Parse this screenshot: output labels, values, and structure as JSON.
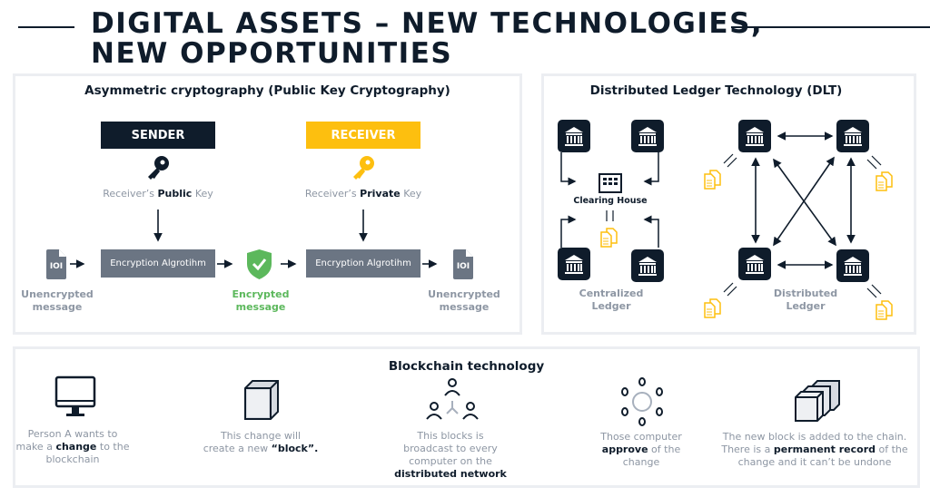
{
  "header": {
    "title_line1": "DIGITAL ASSETS – NEW TECHNOLOGIES,",
    "title_line2": "NEW OPPORTUNITIES"
  },
  "crypto": {
    "title": "Asymmetric cryptography (Public Key Cryptography)",
    "sender": "SENDER",
    "receiver": "RECEIVER",
    "sender_key": {
      "pre": "Receiver’s ",
      "bold": "Public",
      "post": " Key"
    },
    "receiver_key": {
      "pre": "Receiver’s ",
      "bold": "Private",
      "post": " Key"
    },
    "algo1": "Encryption Algrotihm",
    "algo2": "Encryption Algrotihm",
    "doc_glyph": "IOI",
    "unencrypted1": [
      "Unencrypted",
      "message"
    ],
    "encrypted": [
      "Encrypted",
      "message"
    ],
    "unencrypted2": [
      "Unencrypted",
      "message"
    ]
  },
  "dlt": {
    "title": "Distributed Ledger Technology (DLT)",
    "clearing_house": "Clearing House",
    "centralized": [
      "Centralized",
      "Ledger"
    ],
    "distributed": [
      "Distributed",
      "Ledger"
    ]
  },
  "blockchain": {
    "title": "Blockchain technology",
    "steps": [
      {
        "icon": "monitor-icon",
        "parts": [
          [
            "Person A wants to",
            ""
          ],
          [
            "make a ",
            ""
          ],
          [
            "change",
            "b"
          ],
          [
            " to the",
            ""
          ],
          [
            "blockchain",
            ""
          ]
        ]
      },
      {
        "icon": "block-icon"
      },
      {
        "icon": "network-icon"
      },
      {
        "icon": "consensus-icon"
      },
      {
        "icon": "chain-icon"
      }
    ],
    "s1": {
      "l1": "Person A wants to",
      "l2a": "make a ",
      "l2b": "change",
      "l2c": " to the",
      "l3": "blockchain"
    },
    "s2": {
      "l1": "This change will",
      "l2a": "create a new ",
      "l2b": "“block”."
    },
    "s3": {
      "l1": "This blocks is",
      "l2": "broadcast to every",
      "l3": "computer on the",
      "l4": "distributed network"
    },
    "s4": {
      "l1": "Those computer",
      "l2a": "approve",
      "l2b": " of the",
      "l3": "change"
    },
    "s5": {
      "l1": "The new block is added to the chain.",
      "l2a": "There is a ",
      "l2b": "permanent record",
      "l2c": " of the",
      "l3": "change and it can’t be undone"
    }
  },
  "colors": {
    "navy": "#0f1c2b",
    "yellow": "#fdbf0f",
    "green": "#5cb85c",
    "gray": "#6b7583"
  }
}
